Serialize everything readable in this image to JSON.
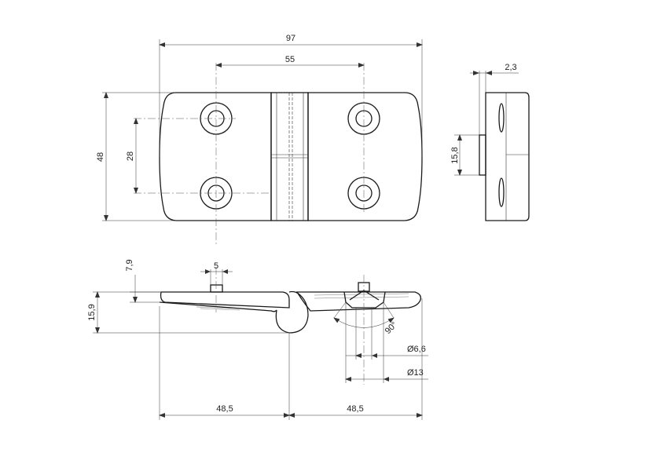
{
  "drawing": {
    "dimensions": {
      "overall_width": "97",
      "hole_spacing_horizontal": "55",
      "overall_height": "48",
      "hole_spacing_vertical": "28",
      "side_thickness": "2,3",
      "side_boss_height": "15,8",
      "boss_height": "7,9",
      "boss_width": "5",
      "profile_height": "15,9",
      "hole_diameter": "Ø6,6",
      "countersink_diameter": "Ø13",
      "countersink_angle": "90°",
      "half_left": "48,5",
      "half_right": "48,5"
    }
  }
}
